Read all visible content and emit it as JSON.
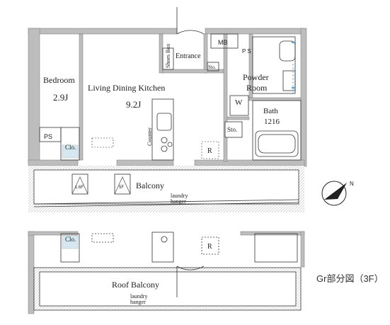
{
  "rooms": {
    "bedroom": {
      "name": "Bedroom",
      "size": "2.9J"
    },
    "ldk": {
      "name": "Living Dining Kitchen",
      "size": "9.2J"
    },
    "entrance": "Entrance",
    "shoes_box": "Shoes Box",
    "mb": "MB",
    "ps_top": "P S",
    "powder_room": [
      "Powder",
      "Room"
    ],
    "bath": {
      "name": "Bath",
      "size": "1216"
    },
    "wash": "W",
    "storage_small": "Sto.",
    "storage": "Sto.",
    "counter": "Counter",
    "fridge": "R",
    "ps_left": "PS",
    "closet": "Clo.",
    "balcony": "Balcony",
    "laundry_hanger": [
      "laundry",
      "hanger"
    ],
    "unit_marks": [
      "1.6F",
      "5F"
    ]
  },
  "lower": {
    "closet": "Clo.",
    "fridge": "R",
    "roof_balcony": "Roof Balcony",
    "laundry_hanger": [
      "laundry",
      "hanger"
    ]
  },
  "compass": {
    "label": "N"
  },
  "caption": "Gr部分図（3F）",
  "colors": {
    "wall": "#bdbdbd",
    "line": "#333333",
    "fixture": "#5aa6cf"
  }
}
